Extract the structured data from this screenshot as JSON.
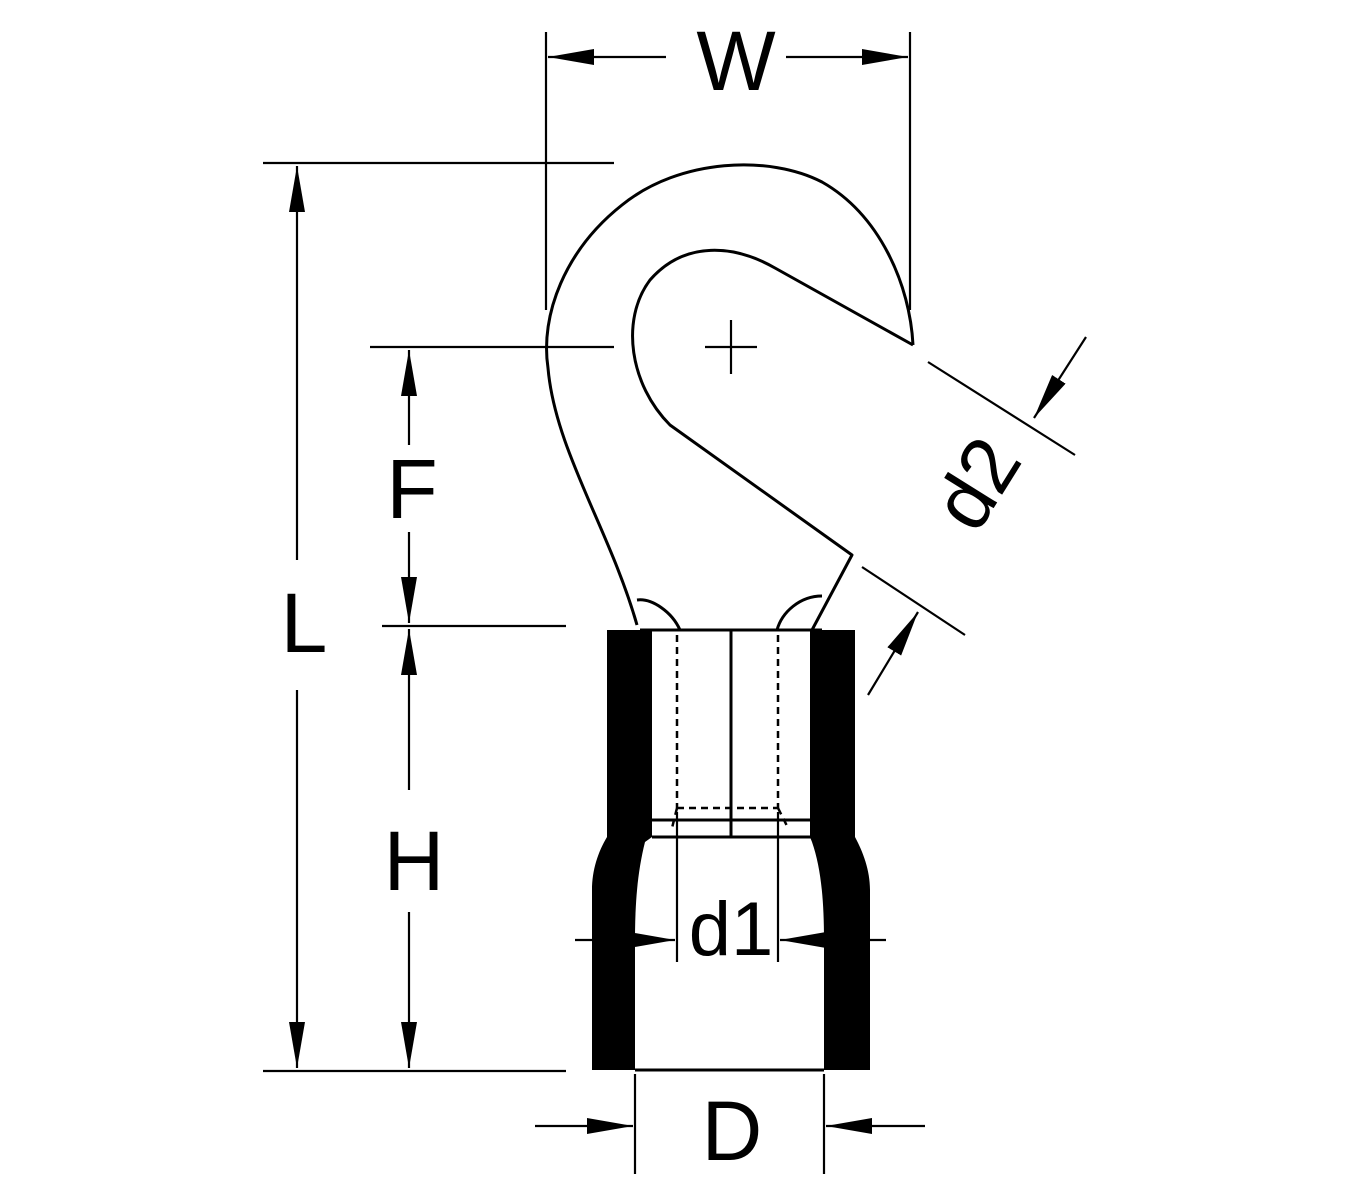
{
  "labels": {
    "W": "W",
    "L": "L",
    "F": "F",
    "H": "H",
    "d1": "d1",
    "d2": "d2",
    "D": "D"
  },
  "colors": {
    "ink": "#000000",
    "background": "#ffffff"
  },
  "icons": {
    "center_mark": "plus-cross"
  }
}
